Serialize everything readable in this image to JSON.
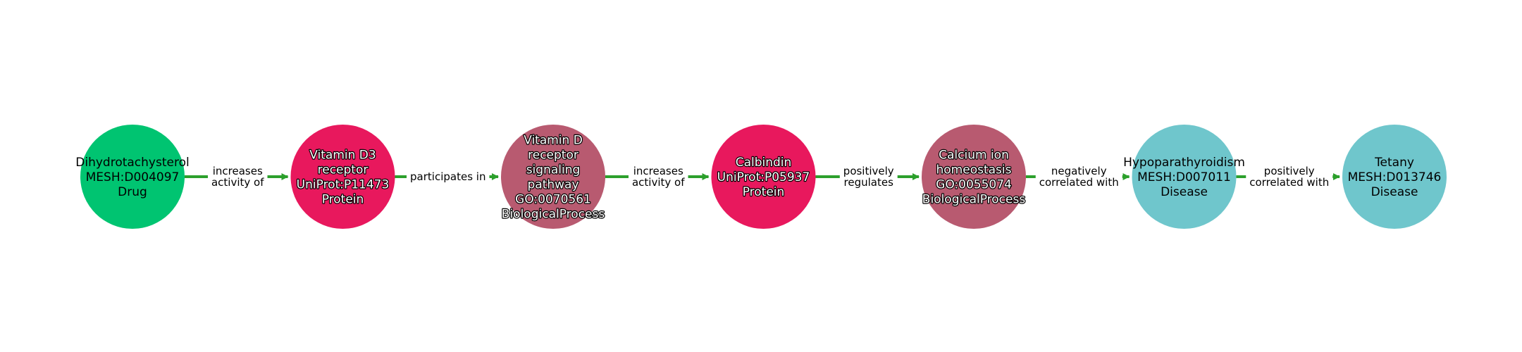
{
  "colors": {
    "edge": "#2ca02c",
    "edge_label_bg": "#ffffff"
  },
  "nodes": [
    {
      "id": "n0",
      "lines": [
        "Dihydrotachysterol",
        "MESH:D004097",
        "Drug"
      ],
      "fill": "#00c471",
      "text_style": "light"
    },
    {
      "id": "n1",
      "lines": [
        "Vitamin D3",
        "receptor",
        "UniProt:P11473",
        "Protein"
      ],
      "fill": "#e8185d",
      "text_style": "dark"
    },
    {
      "id": "n2",
      "lines": [
        "Vitamin D",
        "receptor",
        "signaling",
        "pathway",
        "GO:0070561",
        "BiologicalProcess"
      ],
      "fill": "#b85a70",
      "text_style": "dark"
    },
    {
      "id": "n3",
      "lines": [
        "Calbindin",
        "UniProt:P05937",
        "Protein"
      ],
      "fill": "#e8185d",
      "text_style": "dark"
    },
    {
      "id": "n4",
      "lines": [
        "Calcium ion",
        "homeostasis",
        "GO:0055074",
        "BiologicalProcess"
      ],
      "fill": "#b85a70",
      "text_style": "dark"
    },
    {
      "id": "n5",
      "lines": [
        "Hypoparathyroidism",
        "MESH:D007011",
        "Disease"
      ],
      "fill": "#6fc6cc",
      "text_style": "light"
    },
    {
      "id": "n6",
      "lines": [
        "Tetany",
        "MESH:D013746",
        "Disease"
      ],
      "fill": "#6fc6cc",
      "text_style": "light"
    }
  ],
  "edges": [
    {
      "from": "n0",
      "to": "n1",
      "lines": [
        "increases",
        "activity of"
      ]
    },
    {
      "from": "n1",
      "to": "n2",
      "lines": [
        "participates in"
      ]
    },
    {
      "from": "n2",
      "to": "n3",
      "lines": [
        "increases",
        "activity of"
      ]
    },
    {
      "from": "n3",
      "to": "n4",
      "lines": [
        "positively",
        "regulates"
      ]
    },
    {
      "from": "n4",
      "to": "n5",
      "lines": [
        "negatively",
        "correlated with"
      ]
    },
    {
      "from": "n5",
      "to": "n6",
      "lines": [
        "positively",
        "correlated with"
      ]
    }
  ]
}
